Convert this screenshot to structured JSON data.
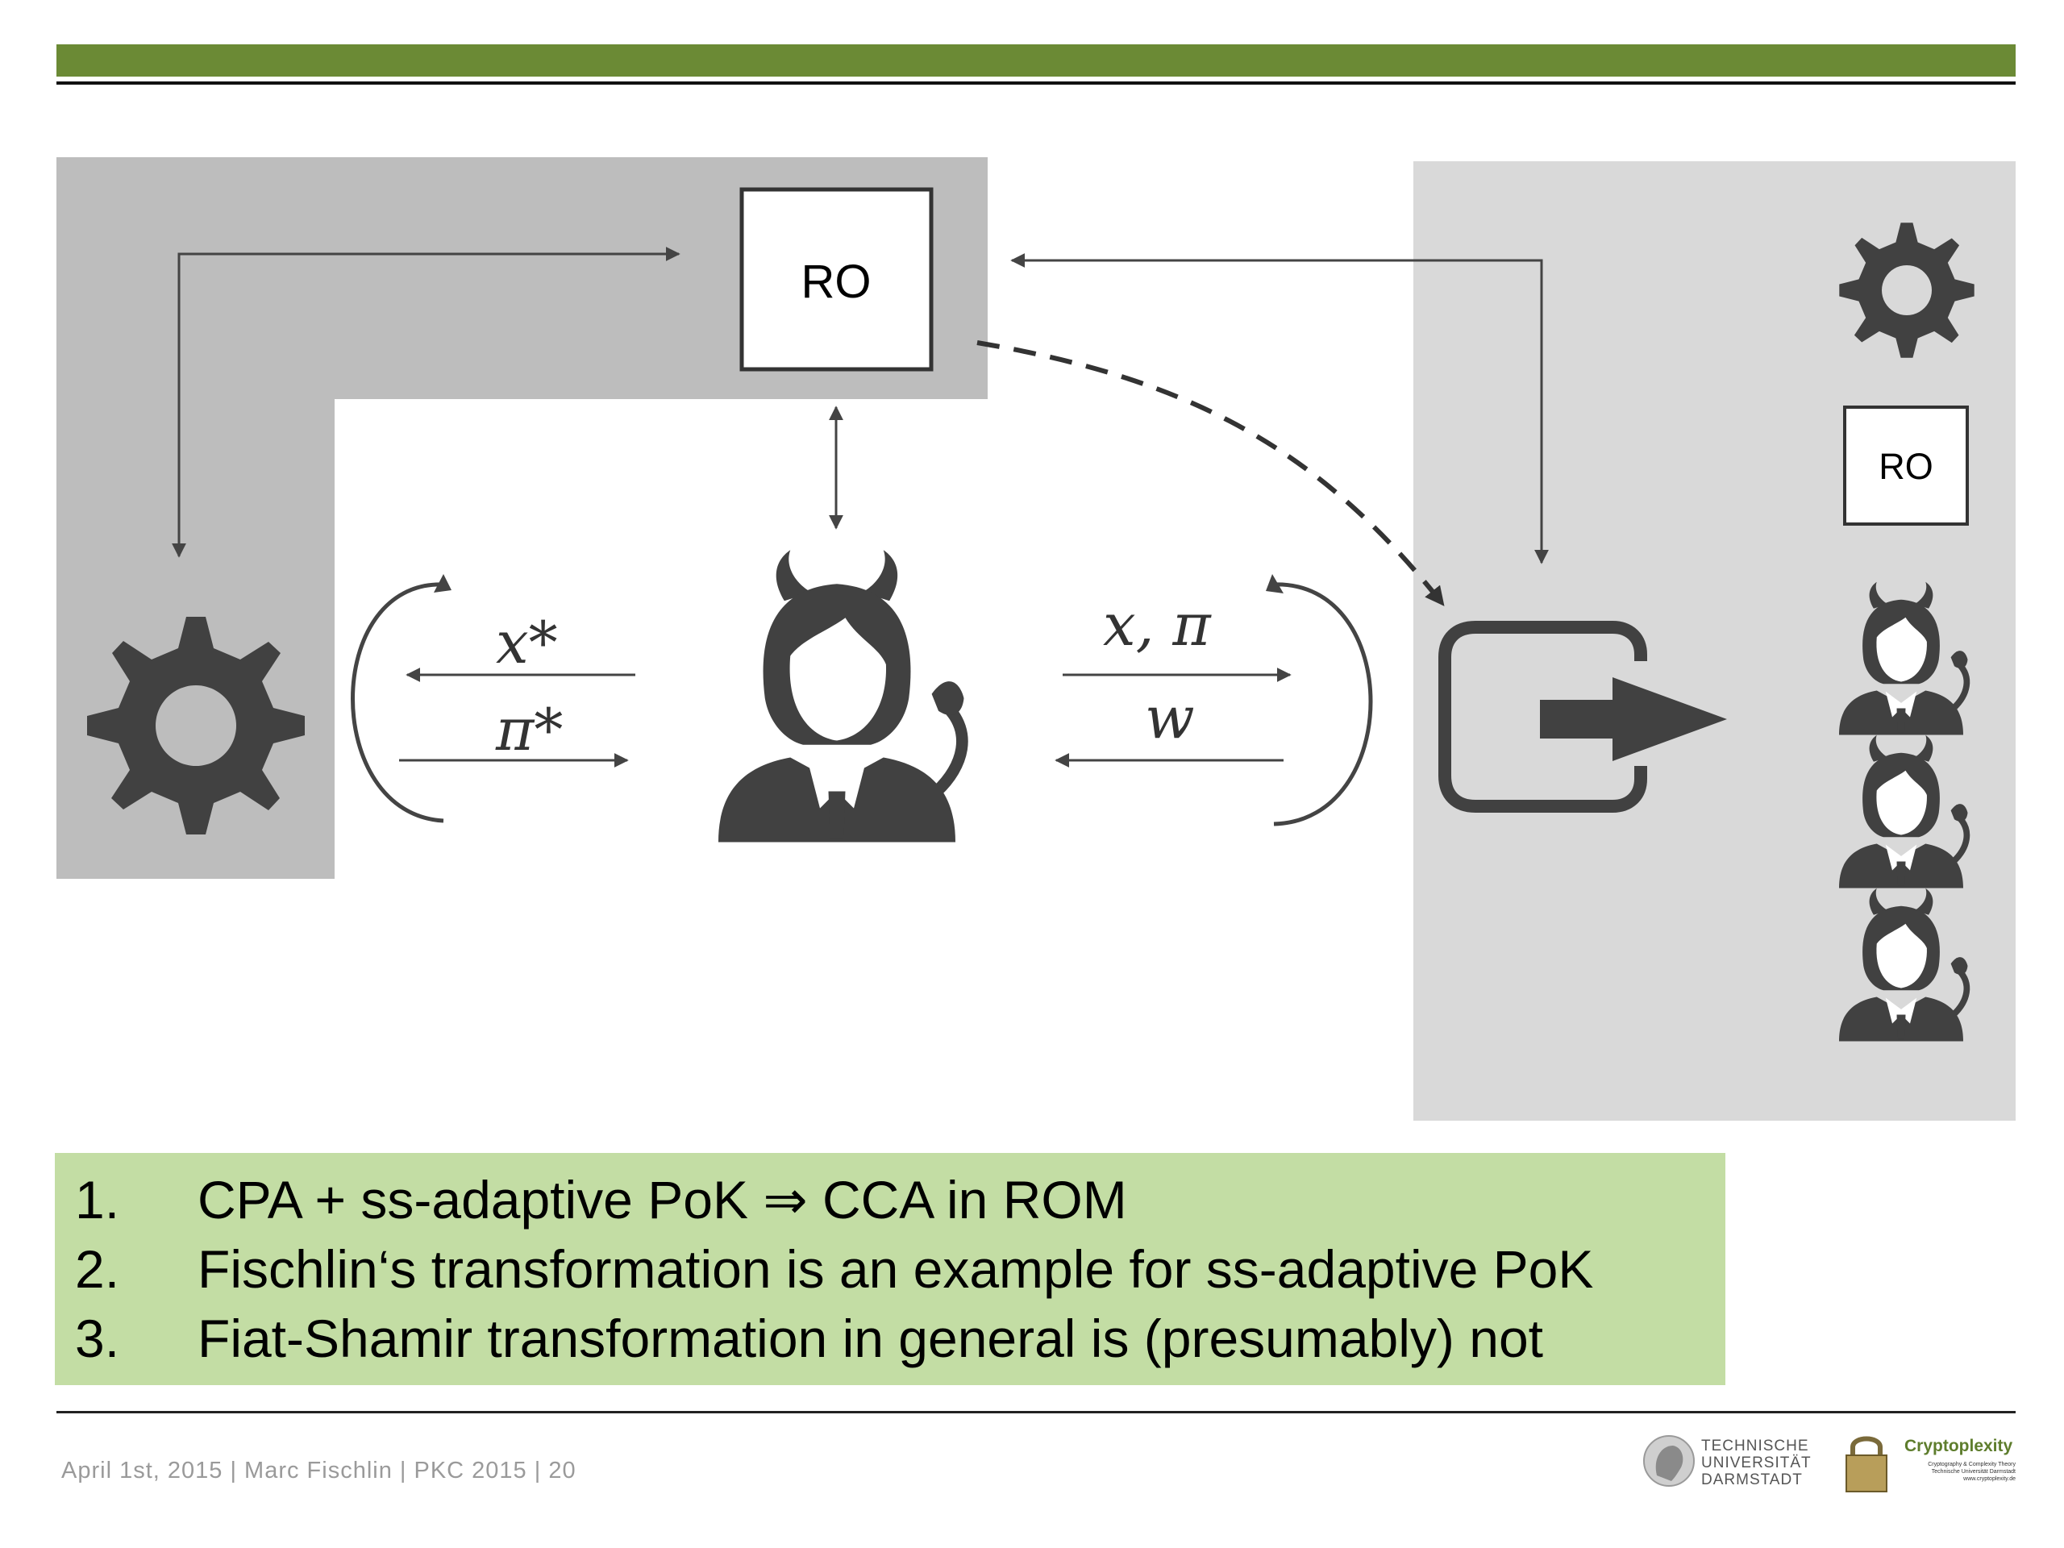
{
  "diagram": {
    "ro_big_label": "RO",
    "ro_small_label": "RO",
    "left_top_label": "x*",
    "left_bottom_label": "π*",
    "right_top_label": "x, π",
    "right_bottom_label": "w"
  },
  "summary": {
    "items": [
      {
        "num": "1.",
        "text": "CPA + ss-adaptive PoK ⇒ CCA in ROM"
      },
      {
        "num": "2.",
        "text": "Fischlin‘s transformation is an example for ss-adaptive PoK"
      },
      {
        "num": "3.",
        "text": "Fiat-Shamir transformation in general is (presumably) not"
      }
    ]
  },
  "footer": {
    "text": "April 1st, 2015 | Marc Fischlin | PKC 2015 | 20",
    "tud_line1": "TECHNISCHE",
    "tud_line2": "UNIVERSITÄT",
    "tud_line3": "DARMSTADT",
    "crypto_title": "Cryptoplexity",
    "crypto_line1": "Cryptography & Complexity Theory",
    "crypto_line2": "Technische Universität Darmstadt",
    "crypto_line3": "www.cryptoplexity.de"
  },
  "colors": {
    "accent_green": "#6b8a35",
    "summary_green": "#c3dda4",
    "panel_gray_dark": "#bdbdbd",
    "panel_gray_light": "#d9d9d9",
    "icon_dark": "#414141"
  },
  "icons": [
    "gear-icon",
    "devil-user-icon",
    "exit-icon",
    "logo-tud",
    "logo-cryptoplexity"
  ]
}
